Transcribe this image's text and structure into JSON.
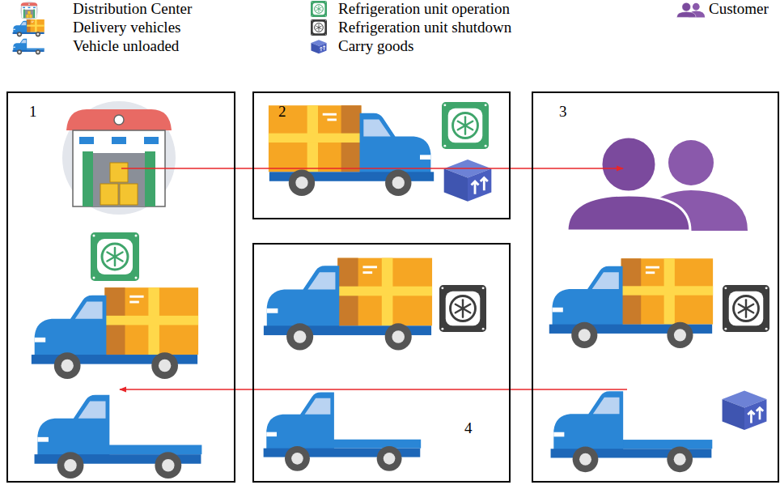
{
  "diagram": {
    "nodes": [
      {
        "text": [
          "1"
        ]
      },
      {
        "text": [
          "2"
        ]
      },
      {
        "text": [
          "3"
        ]
      },
      {
        "text": [
          "4"
        ]
      }
    ],
    "edges": [
      {
        "from": 0,
        "to": 2,
        "arrow": "to"
      },
      {
        "from": 2,
        "to": 0,
        "arrow": "to"
      }
    ],
    "legend": [
      {
        "text": "Distribution Center"
      },
      {
        "text": "Refrigeration unit operation"
      },
      {
        "text": "Customer"
      },
      {
        "text": "Delivery vehicles"
      },
      {
        "text": "Refrigeration unit shutdown"
      },
      {
        "text": "Vehicle unloaded"
      },
      {
        "text": "Carry goods"
      }
    ]
  }
}
